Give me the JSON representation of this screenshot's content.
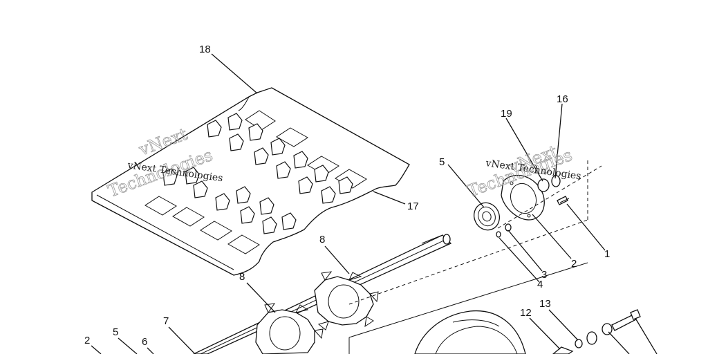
{
  "callouts": [
    {
      "id": "c18",
      "text": "18"
    },
    {
      "id": "c17",
      "text": "17"
    },
    {
      "id": "c19",
      "text": "19"
    },
    {
      "id": "c16",
      "text": "16"
    },
    {
      "id": "c5a",
      "text": "5"
    },
    {
      "id": "c1",
      "text": "1"
    },
    {
      "id": "c2a",
      "text": "2"
    },
    {
      "id": "c3",
      "text": "3"
    },
    {
      "id": "c4",
      "text": "4"
    },
    {
      "id": "c8a",
      "text": "8"
    },
    {
      "id": "c8b",
      "text": "8"
    },
    {
      "id": "c7",
      "text": "7"
    },
    {
      "id": "c6",
      "text": "6"
    },
    {
      "id": "c5b",
      "text": "5"
    },
    {
      "id": "c2b",
      "text": "2"
    },
    {
      "id": "c12",
      "text": "12"
    },
    {
      "id": "c13",
      "text": "13"
    }
  ],
  "watermark": {
    "line1": "vNext",
    "line2": "Technologies",
    "small": "vNext Technologies"
  }
}
